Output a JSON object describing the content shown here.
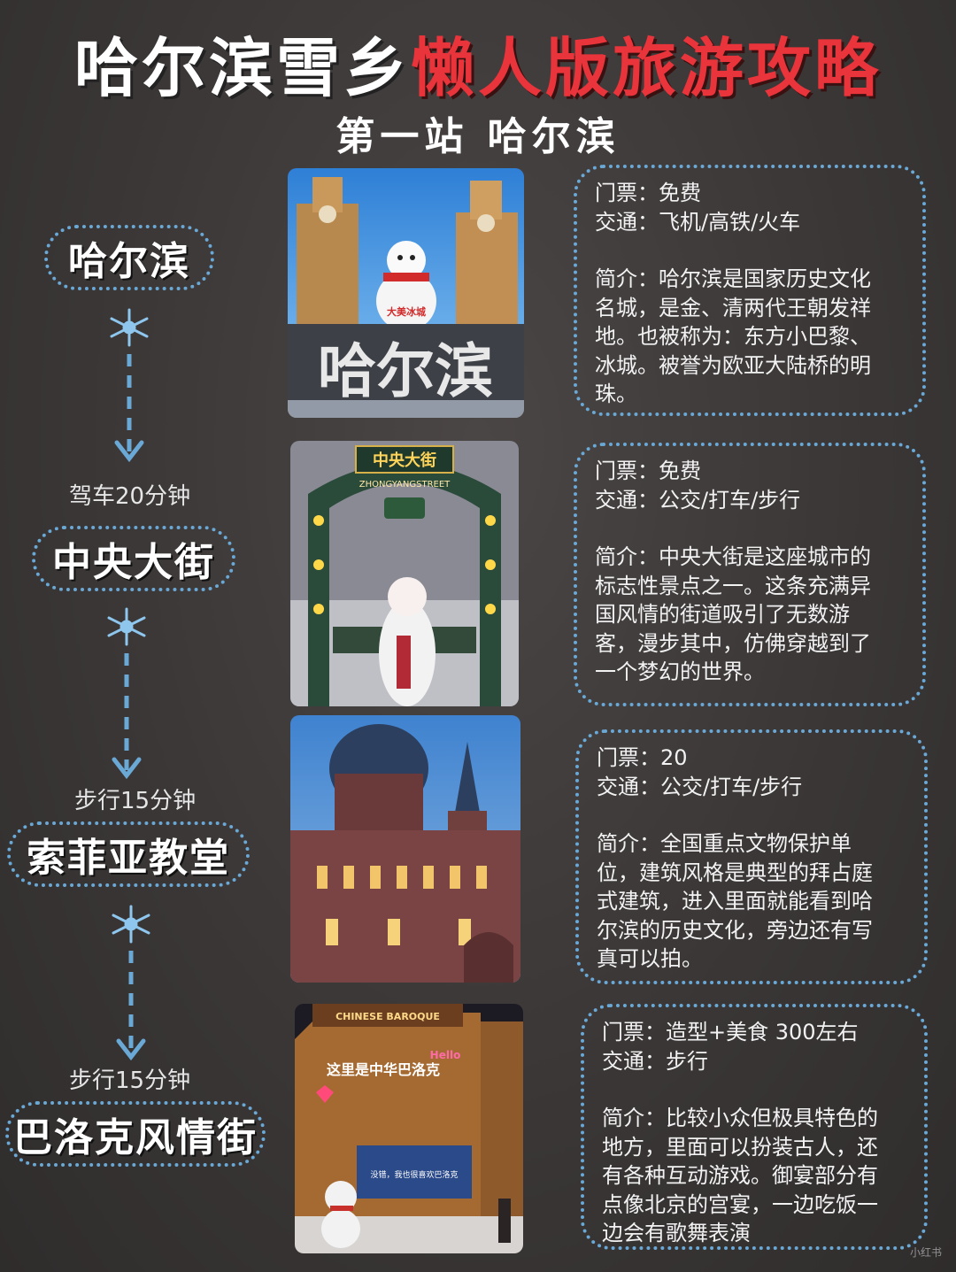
{
  "title": {
    "part1": "哈尔滨雪乡",
    "part2": "懒人版旅游攻略"
  },
  "subtitle": "第一站 哈尔滨",
  "stops": [
    {
      "name": "哈尔滨",
      "ticket": "门票：免费",
      "transport": "交通：飞机/高铁/火车",
      "intro": [
        "简介：哈尔滨是国家历史文化",
        "名城，是金、清两代王朝发祥",
        "地。也被称为：东方小巴黎、",
        "冰城。被誉为欧亚大陆桥的明",
        "珠。"
      ],
      "photo_sign": "哈尔滨",
      "photo_banner": "大美冰城"
    },
    {
      "name": "中央大街",
      "ticket": "门票：免费",
      "transport": "交通：公交/打车/步行",
      "intro": [
        "简介：中央大街是这座城市的",
        "标志性景点之一。这条充满异",
        "国风情的街道吸引了无数游",
        "客，漫步其中，仿佛穿越到了",
        "一个梦幻的世界。"
      ],
      "photo_sign": "中央大街",
      "photo_sign_sub": "ZHONGYANGSTREET"
    },
    {
      "name": "索菲亚教堂",
      "ticket": "门票：20",
      "transport": "交通：公交/打车/步行",
      "intro": [
        "简介：全国重点文物保护单",
        "位，建筑风格是典型的拜占庭",
        "式建筑，进入里面就能看到哈",
        "尔滨的历史文化，旁边还有写",
        "真可以拍。"
      ]
    },
    {
      "name": "巴洛克风情街",
      "ticket": "门票：造型+美食 300左右",
      "transport": "交通：步行",
      "intro": [
        "简介：比较小众但极具特色的",
        "地方，里面可以扮装古人，还",
        "有各种互动游戏。御宴部分有",
        "点像北京的宫宴，一边吃饭一",
        "边会有歌舞表演"
      ],
      "photo_sign": "这里是中华巴洛克",
      "photo_sign_en": "Hello",
      "photo_banner": "CHINESE BAROQUE",
      "photo_screen": "没错，我也很喜欢巴洛克"
    }
  ],
  "durations": [
    "驾车20分钟",
    "步行15分钟",
    "步行15分钟"
  ],
  "watermark": "小红书",
  "colors": {
    "accent_red": "#e8343a",
    "dotted_border": "#6aa8d6",
    "background": "#3b3737"
  }
}
